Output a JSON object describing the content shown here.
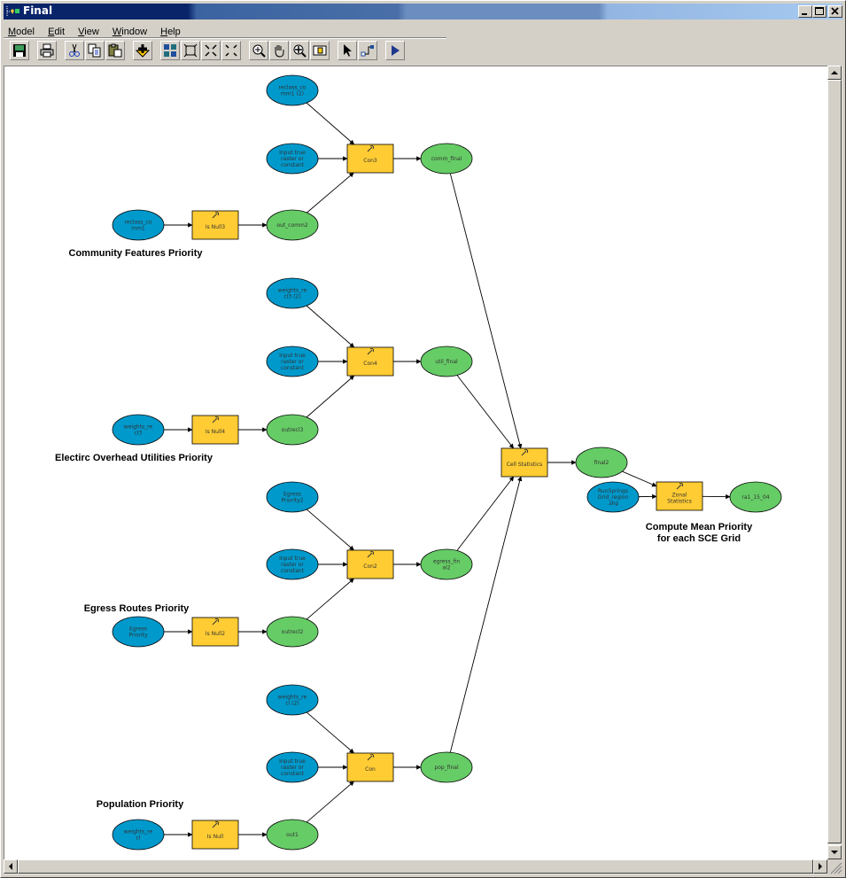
{
  "window": {
    "title": "Final",
    "controls": [
      "minimize",
      "maximize",
      "close"
    ]
  },
  "menu": [
    {
      "label": "Model",
      "accel": "M"
    },
    {
      "label": "Edit",
      "accel": "E"
    },
    {
      "label": "View",
      "accel": "V"
    },
    {
      "label": "Window",
      "accel": "W"
    },
    {
      "label": "Help",
      "accel": "H"
    }
  ],
  "toolbar": [
    {
      "name": "save-icon",
      "tip": "Save"
    },
    {
      "name": "print-icon",
      "tip": "Print"
    },
    {
      "name": "cut-icon",
      "tip": "Cut"
    },
    {
      "name": "copy-icon",
      "tip": "Copy"
    },
    {
      "name": "paste-icon",
      "tip": "Paste"
    },
    {
      "name": "add-data-icon",
      "tip": "Add Data"
    },
    {
      "name": "auto-layout-icon",
      "tip": "Auto Layout"
    },
    {
      "name": "full-extent-icon",
      "tip": "Full Extent"
    },
    {
      "name": "fixed-zoom-in-icon",
      "tip": "Fixed Zoom In"
    },
    {
      "name": "fixed-zoom-out-icon",
      "tip": "Fixed Zoom Out"
    },
    {
      "name": "zoom-in-icon",
      "tip": "Zoom In"
    },
    {
      "name": "pan-icon",
      "tip": "Pan"
    },
    {
      "name": "continuous-zoom-icon",
      "tip": "Continuous Zoom"
    },
    {
      "name": "overview-icon",
      "tip": "Overview"
    },
    {
      "name": "select-icon",
      "tip": "Select"
    },
    {
      "name": "connect-icon",
      "tip": "Add Connection"
    },
    {
      "name": "run-icon",
      "tip": "Run"
    }
  ],
  "colors": {
    "input": "#0099cc",
    "tool": "#ffcc33",
    "output": "#66cc66",
    "title_bar": "#0a246a"
  },
  "groups": [
    {
      "label": "Community Features Priority"
    },
    {
      "label": "Electirc Overhead Utilities Priority"
    },
    {
      "label": "Egress Routes Priority"
    },
    {
      "label": "Population Priority"
    },
    {
      "label": "Compute Mean Priority\nfor each SCE Grid"
    }
  ],
  "nodes": {
    "reclass_comm1_2": {
      "type": "input",
      "text": "reclass_co\nmm1 (2)"
    },
    "input_true_1": {
      "type": "input",
      "text": "Input true\nraster or\nconstant"
    },
    "con3": {
      "type": "tool",
      "text": "Con3"
    },
    "comm_final": {
      "type": "output",
      "text": "comm_final"
    },
    "reclass_comm1": {
      "type": "input",
      "text": "reclass_co\nmm1"
    },
    "isnull3": {
      "type": "tool",
      "text": "Is Null3"
    },
    "out_comm2": {
      "type": "output",
      "text": "out_comm2"
    },
    "weights_recl3_2": {
      "type": "input",
      "text": "weights_re\ncl3 (2)"
    },
    "input_true_2": {
      "type": "input",
      "text": "Input true\nraster or\nconstant"
    },
    "con4": {
      "type": "tool",
      "text": "Con4"
    },
    "util_final": {
      "type": "output",
      "text": "util_final"
    },
    "weights_recl3": {
      "type": "input",
      "text": "weights_re\ncl3"
    },
    "isnull4": {
      "type": "tool",
      "text": "Is Null4"
    },
    "outrecl3": {
      "type": "output",
      "text": "outrecl3"
    },
    "egress_priority2": {
      "type": "input",
      "text": "Egress\nPriority2"
    },
    "input_true_3": {
      "type": "input",
      "text": "Input true\nraster or\nconstant"
    },
    "con2": {
      "type": "tool",
      "text": "Con2"
    },
    "egress_final2": {
      "type": "output",
      "text": "egress_fin\nal2"
    },
    "egress_priority": {
      "type": "input",
      "text": "Egress\nPriority"
    },
    "isnull2": {
      "type": "tool",
      "text": "Is Null2"
    },
    "outrecl2": {
      "type": "output",
      "text": "outrecl2"
    },
    "weights_recl_2": {
      "type": "input",
      "text": "weights_re\ncl (2)"
    },
    "input_true_4": {
      "type": "input",
      "text": "Input true\nraster or\nconstant"
    },
    "con": {
      "type": "tool",
      "text": "Con"
    },
    "pop_final": {
      "type": "output",
      "text": "pop_final"
    },
    "weights_recl": {
      "type": "input",
      "text": "weights_re\ncl"
    },
    "isnull": {
      "type": "tool",
      "text": "Is Null"
    },
    "out1": {
      "type": "output",
      "text": "out1"
    },
    "cell_statistics": {
      "type": "tool",
      "text": "Cell Statistics"
    },
    "final2": {
      "type": "output",
      "text": "final2"
    },
    "runsprings_grid": {
      "type": "input",
      "text": "RunSprings\nGrid_region\n.shp"
    },
    "zonal_statistics": {
      "type": "tool",
      "text": "Zonal\nStatistics"
    },
    "ra1_15_04": {
      "type": "output",
      "text": "ra1_15_04"
    }
  },
  "connections": [
    [
      "reclass_comm1_2",
      "con3"
    ],
    [
      "input_true_1",
      "con3"
    ],
    [
      "out_comm2",
      "con3"
    ],
    [
      "con3",
      "comm_final"
    ],
    [
      "reclass_comm1",
      "isnull3"
    ],
    [
      "isnull3",
      "out_comm2"
    ],
    [
      "weights_recl3_2",
      "con4"
    ],
    [
      "input_true_2",
      "con4"
    ],
    [
      "outrecl3",
      "con4"
    ],
    [
      "con4",
      "util_final"
    ],
    [
      "weights_recl3",
      "isnull4"
    ],
    [
      "isnull4",
      "outrecl3"
    ],
    [
      "egress_priority2",
      "con2"
    ],
    [
      "input_true_3",
      "con2"
    ],
    [
      "outrecl2",
      "con2"
    ],
    [
      "con2",
      "egress_final2"
    ],
    [
      "egress_priority",
      "isnull2"
    ],
    [
      "isnull2",
      "outrecl2"
    ],
    [
      "weights_recl_2",
      "con"
    ],
    [
      "input_true_4",
      "con"
    ],
    [
      "out1",
      "con"
    ],
    [
      "con",
      "pop_final"
    ],
    [
      "weights_recl",
      "isnull"
    ],
    [
      "isnull",
      "out1"
    ],
    [
      "comm_final",
      "cell_statistics"
    ],
    [
      "util_final",
      "cell_statistics"
    ],
    [
      "egress_final2",
      "cell_statistics"
    ],
    [
      "pop_final",
      "cell_statistics"
    ],
    [
      "cell_statistics",
      "final2"
    ],
    [
      "final2",
      "zonal_statistics"
    ],
    [
      "runsprings_grid",
      "zonal_statistics"
    ],
    [
      "zonal_statistics",
      "ra1_15_04"
    ]
  ]
}
